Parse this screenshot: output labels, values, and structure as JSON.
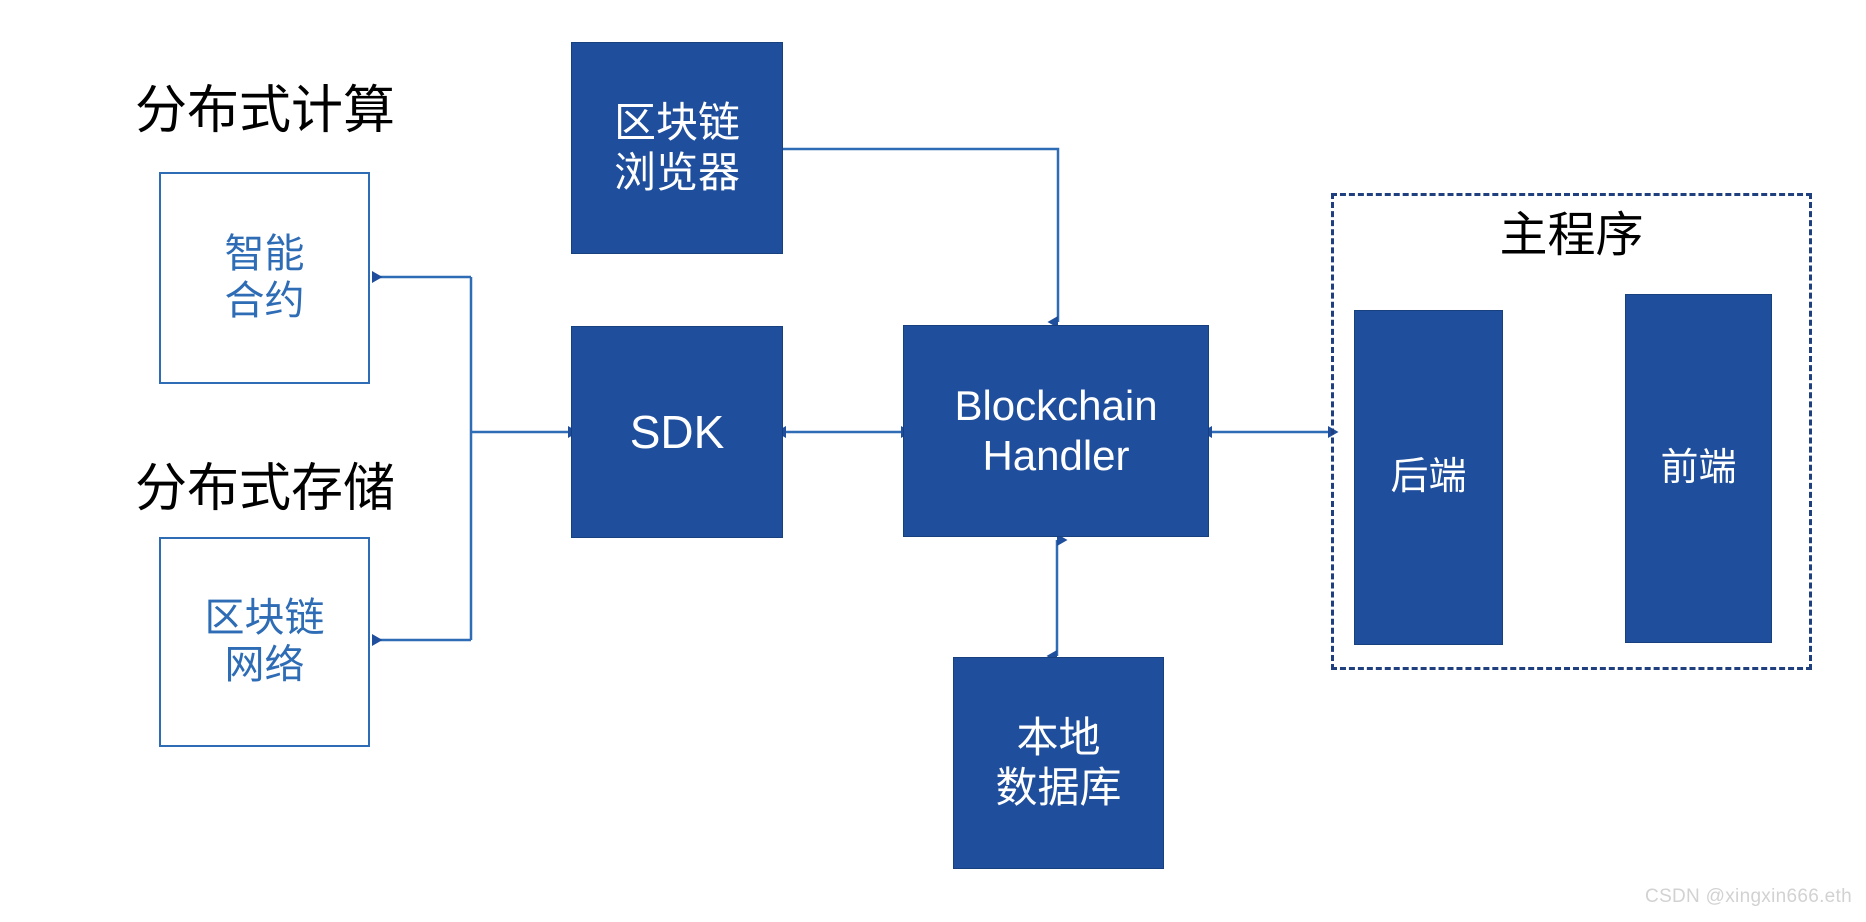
{
  "diagram": {
    "title_left_top": "分布式计算",
    "title_left_bottom": "分布式存储",
    "group_title": "主程序",
    "nodes": {
      "smart_contract": "智能\n合约",
      "blockchain_network": "区块链\n网络",
      "blockchain_explorer": "区块链\n浏览器",
      "sdk": "SDK",
      "blockchain_handler": "Blockchain\nHandler",
      "local_database": "本地\n数据库",
      "backend": "后端",
      "frontend": "前端"
    },
    "colors": {
      "fill_blue": "#1F4E9C",
      "outline_blue": "#2E6CB5",
      "connector_blue": "#2E6CB5",
      "arrow_head": "#1F4E9C",
      "dashed_border": "#1F3F7F",
      "text_black": "#000000",
      "text_white": "#ffffff",
      "watermark_gray": "#d2d2d2",
      "background": "#ffffff"
    }
  },
  "watermark": {
    "text": "CSDN @xingxin666.eth"
  }
}
